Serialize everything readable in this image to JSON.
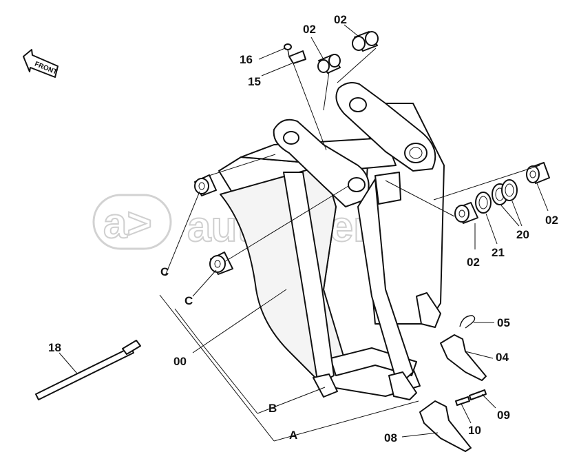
{
  "watermark": {
    "text": "autopiter.ru",
    "logo_glyph": "a>"
  },
  "front_indicator": {
    "text": "FRONT",
    "icon": "arrow-left-icon"
  },
  "labels": {
    "p00": "00",
    "p02_top_left": "02",
    "p02_top_right": "02",
    "p02_right": "02",
    "p02_lower": "02",
    "p04": "04",
    "p05": "05",
    "p08": "08",
    "p09": "09",
    "p10": "10",
    "p15": "15",
    "p16": "16",
    "p18": "18",
    "p20": "20",
    "p21": "21",
    "group_a": "A",
    "group_b": "B",
    "group_c_upper": "C",
    "group_c_lower": "C"
  }
}
